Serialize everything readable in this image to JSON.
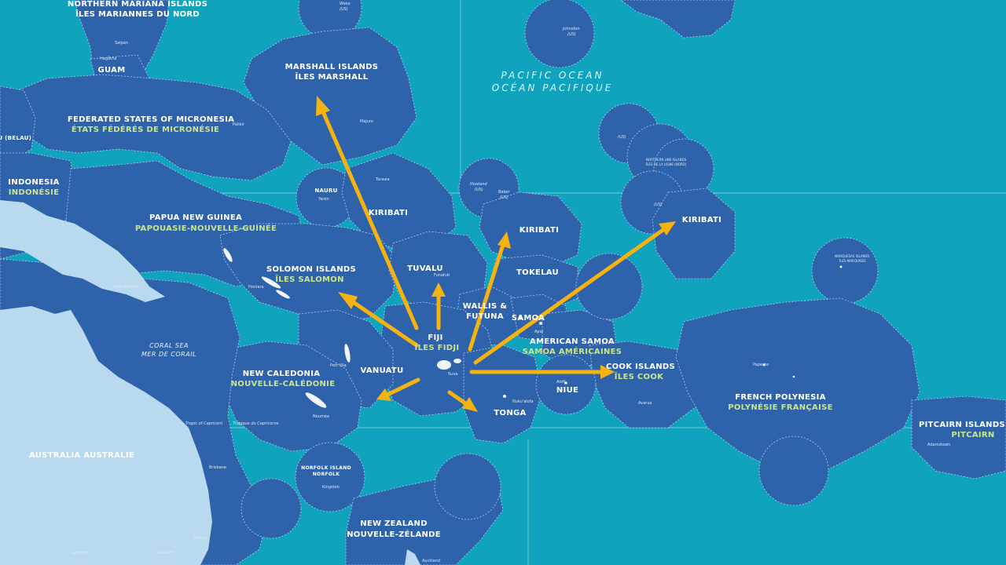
{
  "colors": {
    "ocean": "#0fa3bd",
    "eez": "#2e63ab",
    "land": "#b9d9ee",
    "arrow": "#f6b30f",
    "label_primary": "#ffffff",
    "label_secondary": "#c9e58a"
  },
  "ocean_label": {
    "en": "PACIFIC OCEAN",
    "fr": "OCÉAN PACIFIQUE"
  },
  "sea_label": {
    "en": "CORAL SEA",
    "fr": "MER DE CORAIL"
  },
  "regions": {
    "nmi": {
      "en": "NORTHERN MARIANA ISLANDS",
      "fr": "ÎLES MARIANNES DU NORD"
    },
    "guam": {
      "en": "GUAM"
    },
    "marshall": {
      "en": "MARSHALL ISLANDS",
      "fr": "ÎLES MARSHALL"
    },
    "fsm": {
      "en": "FEDERATED STATES OF MICRONESIA",
      "fr": "ÉTATS FÉDÉRÉS DE MICRONÉSIE"
    },
    "palau": {
      "en": "AU (BELAU)"
    },
    "indonesia": {
      "en": "INDONESIA",
      "fr": "INDONÉSIE"
    },
    "png": {
      "en": "PAPUA NEW GUINEA",
      "fr": "PAPOUASIE-NOUVELLE-GUINÉE"
    },
    "nauru": {
      "en": "NAURU"
    },
    "kiribati_w": {
      "en": "KIRIBATI"
    },
    "kiribati_c": {
      "en": "KIRIBATI"
    },
    "kiribati_e": {
      "en": "KIRIBATI"
    },
    "solomon": {
      "en": "SOLOMON ISLANDS",
      "fr": "ÎLES SALOMON"
    },
    "tuvalu": {
      "en": "TUVALU"
    },
    "tokelau": {
      "en": "TOKELAU"
    },
    "wallis": {
      "en": "WALLIS &",
      "en2": "FUTUNA"
    },
    "samoa": {
      "en": "SAMOA"
    },
    "amsamoa": {
      "en": "AMERICAN SAMOA",
      "fr": "SAMOA AMÉRICAINES"
    },
    "fiji": {
      "en": "FIJI",
      "fr": "ÎLES FIDJI"
    },
    "vanuatu": {
      "en": "VANUATU"
    },
    "newcal": {
      "en": "NEW CALEDONIA",
      "fr": "NOUVELLE-CALÉDONIE"
    },
    "tonga": {
      "en": "TONGA"
    },
    "niue": {
      "en": "NIUE"
    },
    "cook": {
      "en": "COOK ISLANDS",
      "fr": "ÎLES COOK"
    },
    "frpoly": {
      "en": "FRENCH POLYNESIA",
      "fr": "POLYNÉSIE FRANÇAISE"
    },
    "pitcairn": {
      "en": "PITCAIRN ISLANDS",
      "fr": "PITCAIRN"
    },
    "australia": {
      "en": "AUSTRALIA  AUSTRALIE"
    },
    "norfolk": {
      "en": "NORFOLK ISLAND",
      "fr": "NORFOLK"
    },
    "nz": {
      "en": "NEW ZEALAND",
      "fr": "NOUVELLE-ZÉLANDE"
    }
  },
  "small_labels": {
    "wake": "Wake",
    "johnston": "Johnston",
    "howland": "Howland",
    "baker": "Baker",
    "saipan": "Saipan",
    "hagatna": "Hagåtña",
    "majuro": "Majuro",
    "palikir": "Palikir",
    "tarawa": "Tarawa",
    "yaren": "Yaren",
    "honiara": "Honiara",
    "port_moresby": "Port Moresby",
    "port_vila": "Port Vila",
    "funafuti": "Funafuti",
    "suva": "Suva",
    "apia": "Apia",
    "nukualofa": "Nuku'alofa",
    "alofi": "Alofi",
    "noumea": "Nouméa",
    "kingston": "Kingston",
    "avarua": "Avarua",
    "papeete": "Papeete",
    "adamstown": "Adamstown",
    "brisbane": "Brisbane",
    "sydney": "Sydney",
    "canberra": "Canberra",
    "adelaide": "Adelaide",
    "auckland": "Auckland",
    "tropic": "Tropic of Capricorn",
    "tropic_fr": "Tropique du Capricorne",
    "northern_line": "NORTHERN LINE ISLANDS",
    "northern_line_fr": "ÎLES DE LA LIGNE (NORD)",
    "marquesas": "MARQUESAS ISLANDS",
    "marquesas_fr": "ÎLES MARQUISES",
    "eq_note": "(US)"
  }
}
